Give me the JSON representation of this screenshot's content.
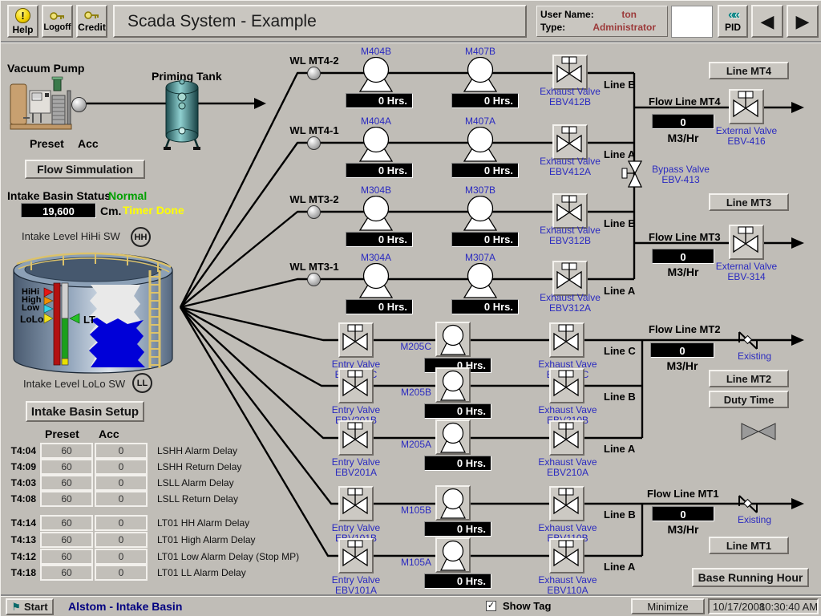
{
  "colors": {
    "background": "#c0bdb7",
    "accent_blue": "#2a2ac0",
    "status_green": "#00a000",
    "timer_yellow": "#ffff00",
    "value_maroon": "#9c3a3a",
    "footer_navy": "#000080",
    "pid_teal": "#008080",
    "water_blue": "#0000d8"
  },
  "header": {
    "help_glyph": "!",
    "help_label": "Help",
    "logoff_label": "Logoff",
    "credit_label": "Credit",
    "title": "Scada System - Example",
    "user_name_label": "User Name:",
    "user_name_value": "ton",
    "type_label": "Type:",
    "type_value": "Administrator",
    "pid_chevrons": "««",
    "pid_label": "PID",
    "prev_glyph": "◀",
    "next_glyph": "▶"
  },
  "left": {
    "vacuum_pump": "Vacuum Pump",
    "priming_tank": "Priming Tank",
    "preset": "Preset",
    "acc": "Acc",
    "flow_sim": "Flow Simmulation"
  },
  "status": {
    "label": "Intake Basin Status",
    "value": "Normal",
    "level": "19,600",
    "unit": "Cm.",
    "timer": "Timer Done",
    "hihi_label": "Intake Level HiHi SW",
    "hihi_tag": "HH",
    "lolo_label": "Intake Level LoLo SW",
    "lolo_tag": "LL",
    "setup_button": "Intake Basin Setup"
  },
  "tank": {
    "markers": [
      "HiHi",
      "High",
      "Low",
      "LoLo"
    ],
    "lt": "LT"
  },
  "timers": {
    "preset_header": "Preset",
    "acc_header": "Acc",
    "rows": [
      {
        "tag": "T4:04",
        "preset": "60",
        "acc": "0",
        "desc": "LSHH Alarm Delay"
      },
      {
        "tag": "T4:09",
        "preset": "60",
        "acc": "0",
        "desc": "LSHH Return Delay"
      },
      {
        "tag": "T4:03",
        "preset": "60",
        "acc": "0",
        "desc": "LSLL Alarm Delay"
      },
      {
        "tag": "T4:08",
        "preset": "60",
        "acc": "0",
        "desc": "LSLL Return Delay"
      },
      {
        "tag": "T4:14",
        "preset": "60",
        "acc": "0",
        "desc": "LT01 HH Alarm Delay"
      },
      {
        "tag": "T4:13",
        "preset": "60",
        "acc": "0",
        "desc": "LT01 High Alarm Delay"
      },
      {
        "tag": "T4:12",
        "preset": "60",
        "acc": "0",
        "desc": "LT01 Low Alarm Delay (Stop MP)"
      },
      {
        "tag": "T4:18",
        "preset": "60",
        "acc": "0",
        "desc": "LT01 LL Alarm Delay"
      }
    ]
  },
  "wl": [
    "WL MT4-2",
    "WL MT4-1",
    "WL MT3-2",
    "WL MT3-1"
  ],
  "tp": [
    {
      "id": "M404B",
      "hrs": "0 Hrs."
    },
    {
      "id": "M407B",
      "hrs": "0 Hrs."
    },
    {
      "id": "M404A",
      "hrs": "0 Hrs."
    },
    {
      "id": "M407A",
      "hrs": "0 Hrs."
    },
    {
      "id": "M304B",
      "hrs": "0 Hrs."
    },
    {
      "id": "M307B",
      "hrs": "0 Hrs."
    },
    {
      "id": "M304A",
      "hrs": "0 Hrs."
    },
    {
      "id": "M307A",
      "hrs": "0 Hrs."
    }
  ],
  "tv": [
    {
      "name": "Exhaust Valve",
      "id": "EBV412B",
      "line": "Line B"
    },
    {
      "name": "Exhaust Valve",
      "id": "EBV412A",
      "line": "Line A"
    },
    {
      "name": "Exhaust Valve",
      "id": "EBV312B",
      "line": "Line B"
    },
    {
      "name": "Exhaust Valve",
      "id": "EBV312A",
      "line": "Line A"
    }
  ],
  "bypass": {
    "name": "Bypass Valve",
    "id": "EBV-413"
  },
  "f4": {
    "label": "Flow Line MT4",
    "value": "0",
    "unit": "M3/Hr",
    "vname": "External Valve",
    "vid": "EBV-416",
    "button": "Line MT4"
  },
  "f3": {
    "label": "Flow Line MT3",
    "value": "0",
    "unit": "M3/Hr",
    "vname": "External Valve",
    "vid": "EBV-314",
    "button": "Line MT3"
  },
  "f2": {
    "label": "Flow Line MT2",
    "value": "0",
    "unit": "M3/Hr",
    "check": "Existing",
    "button": "Line MT2",
    "duty": "Duty Time"
  },
  "f1": {
    "label": "Flow Line MT1",
    "value": "0",
    "unit": "M3/Hr",
    "check": "Existing",
    "button": "Line MT1",
    "base": "Base Running Hour"
  },
  "m2rows": [
    {
      "entry_name": "Entry Valve",
      "entry_id": "EBV201C",
      "pump": "M205C",
      "hrs": "0 Hrs.",
      "exh_name": "Exhaust Vave",
      "exh_id": "EBV210C",
      "line": "Line C"
    },
    {
      "entry_name": "Entry Valve",
      "entry_id": "EBV201B",
      "pump": "M205B",
      "hrs": "0 Hrs.",
      "exh_name": "Exhaust Vave",
      "exh_id": "EBV210B",
      "line": "Line B"
    },
    {
      "entry_name": "Entry Valve",
      "entry_id": "EBV201A",
      "pump": "M205A",
      "hrs": "0 Hrs.",
      "exh_name": "Exhaust Vave",
      "exh_id": "EBV210A",
      "line": "Line A"
    }
  ],
  "m1rows": [
    {
      "entry_name": "Entry Valve",
      "entry_id": "EBV101B",
      "pump": "M105B",
      "hrs": "0 Hrs.",
      "exh_name": "Exhaust Vave",
      "exh_id": "EBV110B",
      "line": "Line B"
    },
    {
      "entry_name": "Entry Valve",
      "entry_id": "EBV101A",
      "pump": "M105A",
      "hrs": "0 Hrs.",
      "exh_name": "Exhaust Vave",
      "exh_id": "EBV110A",
      "line": "Line A"
    }
  ],
  "footer": {
    "start_glyph": "⚑",
    "start": "Start",
    "app": "Alstom - Intake Basin",
    "check_glyph": "✓",
    "show_tag": "Show Tag",
    "minimize": "Minimize",
    "date": "10/17/2008",
    "time": "10:30:40 AM"
  }
}
